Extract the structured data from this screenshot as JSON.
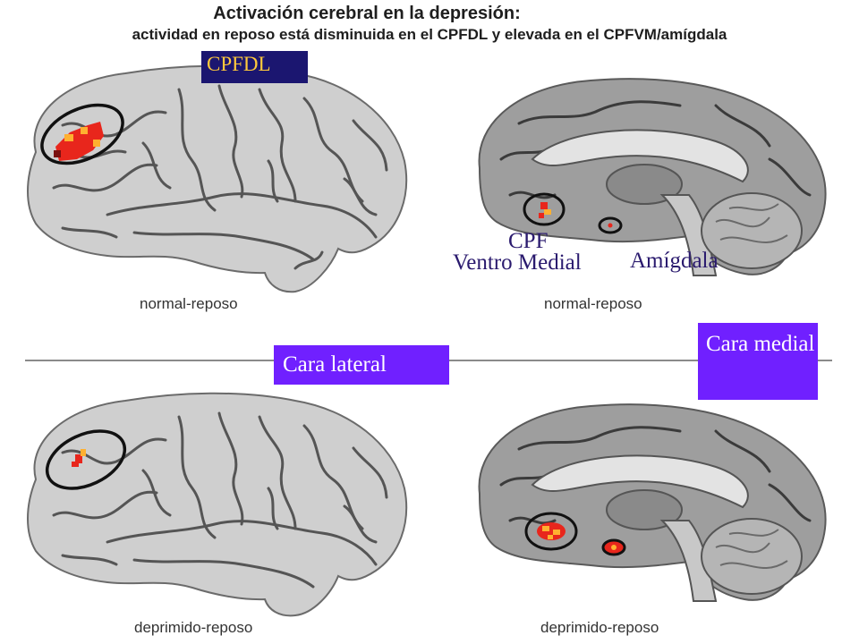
{
  "header": {
    "title": "Activación cerebral en la depresión:",
    "subtitle": "actividad en reposo está disminuida en el CPFDL y elevada en el CPFVM/amígdala"
  },
  "panels": {
    "top_left_caption": "normal-reposo",
    "top_right_caption": "normal-reposo",
    "bottom_left_caption": "deprimido-reposo",
    "bottom_right_caption": "deprimido-reposo"
  },
  "labels": {
    "cpfdl": "CPFDL",
    "cpf": "CPF",
    "ventro_medial": "Ventro Medial",
    "amigdala": "Amígdala",
    "cara_lateral": "Cara lateral",
    "cara_medial": "Cara medial"
  },
  "colors": {
    "brain_fill": "#cfcfcf",
    "sulcus_line": "#505050",
    "activation_core": "#e8261c",
    "activation_hot": "#ffb030",
    "circle_outline": "#111111",
    "label_box_dark": "#1b1670",
    "label_box_text": "#ffc93c",
    "label_text": "#2a1a6e",
    "purple_box": "#7020ff"
  }
}
